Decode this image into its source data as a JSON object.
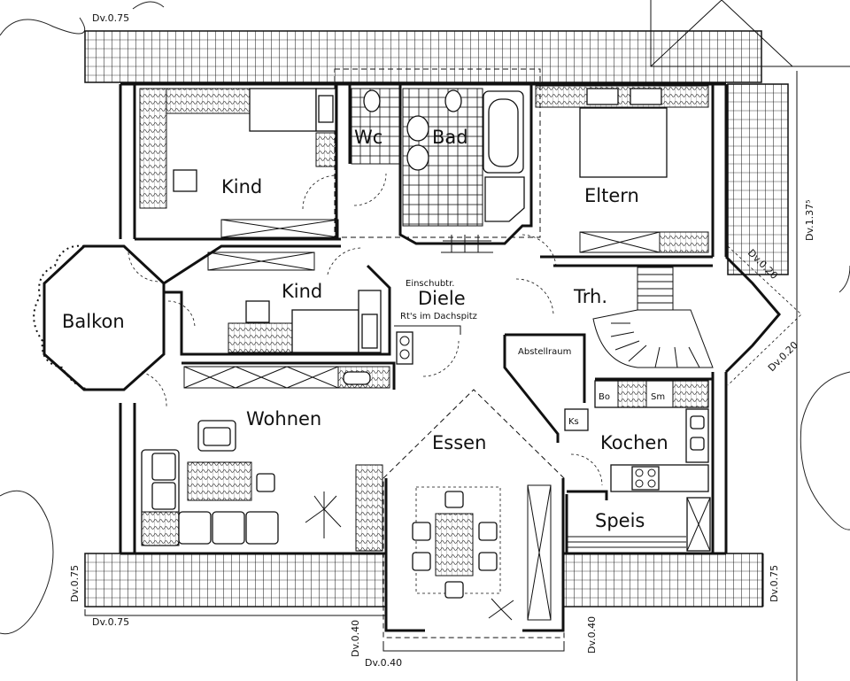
{
  "rooms": {
    "kind_top": "Kind",
    "kind_mid": "Kind",
    "wc": "Wc",
    "bad": "Bad",
    "eltern": "Eltern",
    "diele": "Diele",
    "einschub": "Einschubtr.",
    "dachspitz": "Rt's im Dachspitz",
    "trh": "Trh.",
    "balkon": "Balkon",
    "abstellraum": "Abstellraum",
    "wohnen": "Wohnen",
    "essen": "Essen",
    "kochen": "Kochen",
    "speis": "Speis",
    "bo": "Bo",
    "sm": "Sm",
    "ks": "Ks"
  },
  "dimensions": {
    "dv_top": "Dv.0.75",
    "dv_right_a": "Dv.0.20",
    "dv_right_b": "Dv.0.20",
    "dv_right_c": "Dv.1.37⁵",
    "dv_left_vert": "Dv.0.75",
    "dv_right_vert": "Dv.0.75",
    "dv_bottom_left": "Dv.0.75",
    "dv_bottom_center": "Dv.0.40",
    "dv_vert_center_left": "Dv.0.40",
    "dv_vert_center_right": "Dv.0.40"
  }
}
